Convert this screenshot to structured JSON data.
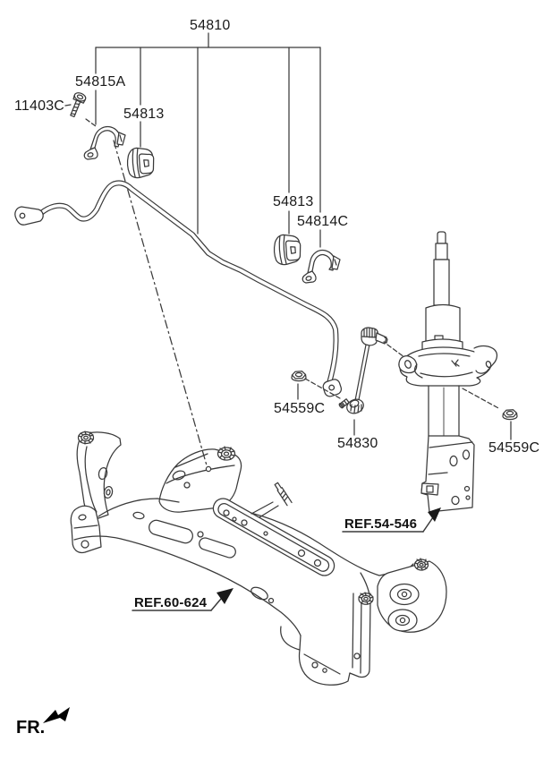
{
  "diagram": {
    "type": "exploded-parts-diagram",
    "subject": "Front stabilizer bar assembly",
    "background": "#ffffff",
    "line_color": "#3a3a3a",
    "text_color": "#1a1a1a"
  },
  "parts": [
    {
      "id": "stabilizer-bar-assembly",
      "number": "54810"
    },
    {
      "id": "bracket-upper",
      "number": "54815A"
    },
    {
      "id": "bolt-upper",
      "number": "11403C"
    },
    {
      "id": "bushing-left",
      "number": "54813"
    },
    {
      "id": "bushing-right",
      "number": "54813"
    },
    {
      "id": "bracket-lower",
      "number": "54814C"
    },
    {
      "id": "nut-bar-to-link",
      "number": "54559C"
    },
    {
      "id": "stabilizer-link",
      "number": "54830"
    },
    {
      "id": "nut-link-to-strut",
      "number": "54559C"
    }
  ],
  "references": [
    {
      "id": "strut-assembly",
      "text": "REF.54-546"
    },
    {
      "id": "crossmember-assembly",
      "text": "REF.60-624"
    }
  ],
  "orientation": {
    "front_label": "FR."
  }
}
